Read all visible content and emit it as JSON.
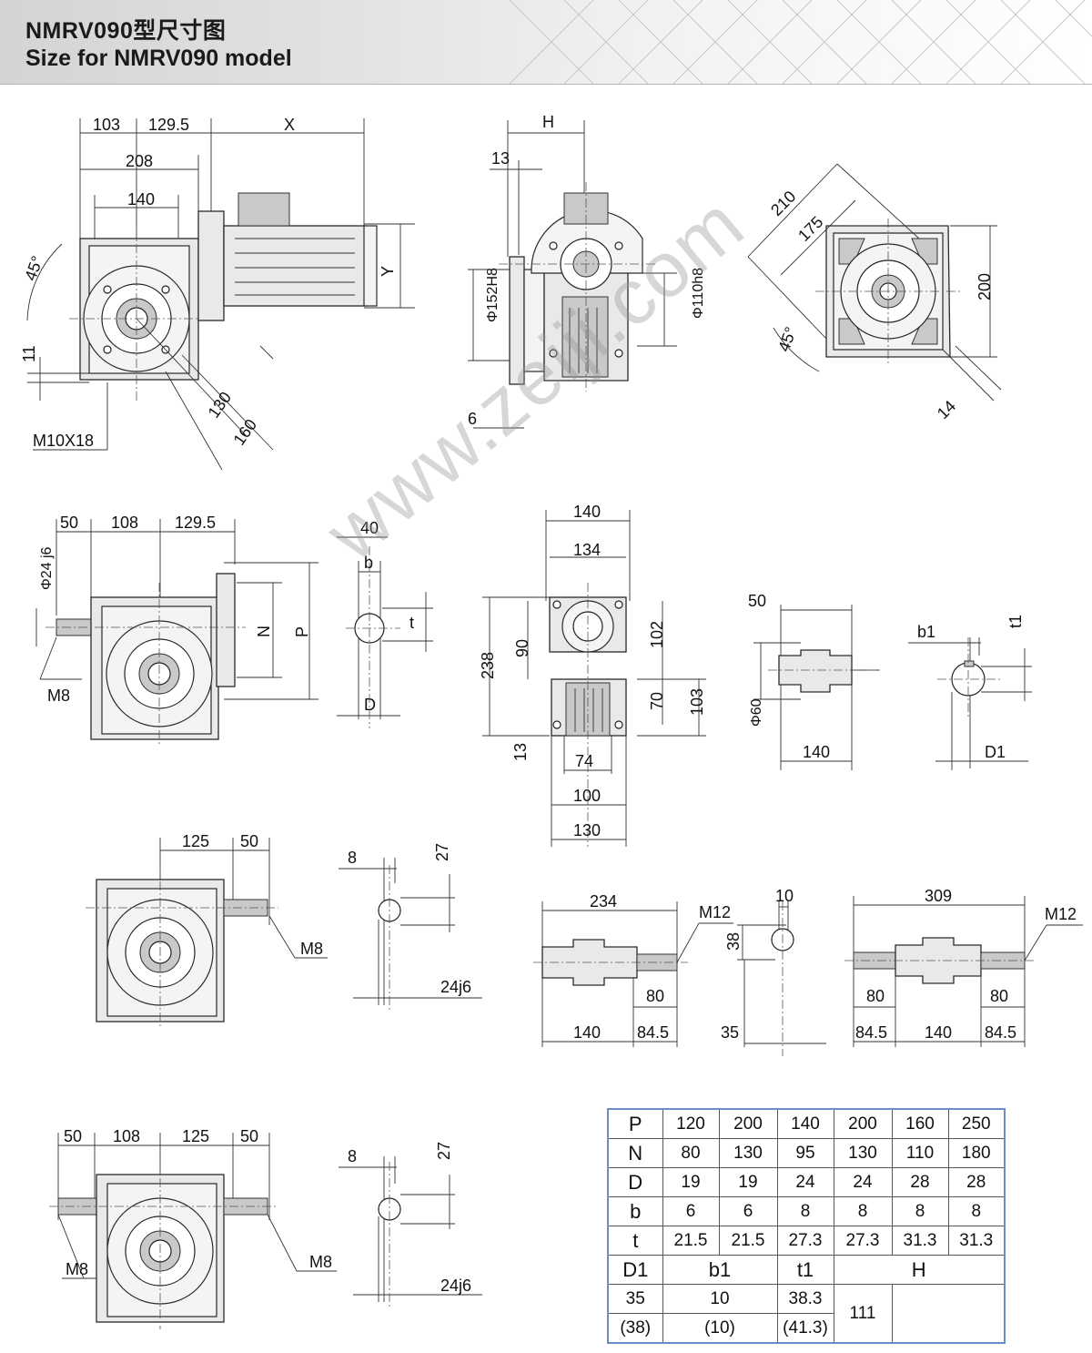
{
  "header": {
    "title_cn": "NMRV090型尺寸图",
    "title_en": "Size for NMRV090 model"
  },
  "watermark": "www.zeiji.com",
  "views": {
    "front_motor": {
      "dims": [
        "103",
        "129.5",
        "X",
        "208",
        "140",
        "Y",
        "45°",
        "11",
        "130",
        "160",
        "M10X18"
      ]
    },
    "side_motor": {
      "dims": [
        "H",
        "13",
        "Φ152H8",
        "Φ110h8",
        "6"
      ]
    },
    "flange": {
      "dims": [
        "210",
        "175",
        "200",
        "45°",
        "14"
      ]
    },
    "input_shaft": {
      "dims": [
        "50",
        "108",
        "129.5",
        "Φ24 j6",
        "N",
        "P",
        "M8"
      ]
    },
    "key_section": {
      "dims": [
        "40",
        "b",
        "t",
        "D"
      ]
    },
    "top_view": {
      "dims": [
        "140",
        "134",
        "238",
        "90",
        "102",
        "70",
        "103",
        "13",
        "74",
        "100",
        "130"
      ]
    },
    "output_hollow": {
      "dims": [
        "50",
        "Φ60",
        "140"
      ]
    },
    "hollow_key": {
      "dims": [
        "b1",
        "t1",
        "D1"
      ]
    },
    "single_shaft": {
      "dims": [
        "125",
        "50",
        "M8"
      ]
    },
    "single_key": {
      "dims": [
        "8",
        "27",
        "24j6"
      ]
    },
    "out_single": {
      "dims": [
        "234",
        "M12",
        "80",
        "140",
        "84.5"
      ]
    },
    "out_key": {
      "dims": [
        "10",
        "38",
        "35"
      ]
    },
    "out_double": {
      "dims": [
        "309",
        "M12",
        "80",
        "80",
        "84.5",
        "140",
        "84.5"
      ]
    },
    "double_shaft": {
      "dims": [
        "50",
        "108",
        "125",
        "50",
        "M8",
        "M8"
      ]
    },
    "double_key": {
      "dims": [
        "8",
        "27",
        "24j6"
      ]
    }
  },
  "table": {
    "rows": [
      {
        "label": "P",
        "values": [
          "120",
          "200",
          "140",
          "200",
          "160",
          "250"
        ]
      },
      {
        "label": "N",
        "values": [
          "80",
          "130",
          "95",
          "130",
          "110",
          "180"
        ]
      },
      {
        "label": "D",
        "values": [
          "19",
          "19",
          "24",
          "24",
          "28",
          "28"
        ]
      },
      {
        "label": "b",
        "values": [
          "6",
          "6",
          "8",
          "8",
          "8",
          "8"
        ]
      },
      {
        "label": "t",
        "values": [
          "21.5",
          "21.5",
          "27.3",
          "27.3",
          "31.3",
          "31.3"
        ]
      }
    ],
    "sub_headers": [
      "D1",
      "b1",
      "t1",
      "H"
    ],
    "sub_rows": [
      [
        "35",
        "10",
        "38.3"
      ],
      [
        "(38)",
        "(10)",
        "(41.3)"
      ]
    ],
    "h_value": "111"
  }
}
